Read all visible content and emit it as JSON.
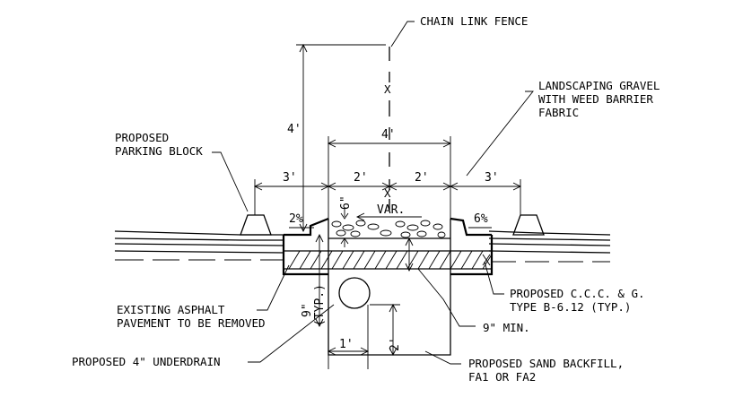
{
  "labels": {
    "chain_link_fence": "CHAIN LINK FENCE",
    "landscaping_1": "LANDSCAPING GRAVEL",
    "landscaping_2": "WITH WEED BARRIER",
    "landscaping_3": "FABRIC",
    "parking_1": "PROPOSED",
    "parking_2": "PARKING BLOCK",
    "asphalt_1": "EXISTING ASPHALT",
    "asphalt_2": "PAVEMENT TO BE REMOVED",
    "underdrain": "PROPOSED 4\" UNDERDRAIN",
    "curb_1": "PROPOSED C.C.C. & G.",
    "curb_2": "TYPE B-6.12 (TYP.)",
    "min_depth": "9\" MIN.",
    "sand_1": "PROPOSED SAND BACKFILL,",
    "sand_2": "FA1 OR FA2",
    "fence_symbol": "X"
  },
  "dimensions": {
    "fence_height": "4'",
    "trench_width": "4'",
    "left_offset": "3'",
    "right_offset": "3'",
    "left_half": "2'",
    "right_half": "2'",
    "gravel_depth": "6\"",
    "variable": "VAR.",
    "slope_left": "2%",
    "slope_right": "6%",
    "curb_depth": "9\"",
    "curb_depth_typ": "(TYP.)",
    "drain_offset": "1'",
    "drain_height": "2'"
  }
}
